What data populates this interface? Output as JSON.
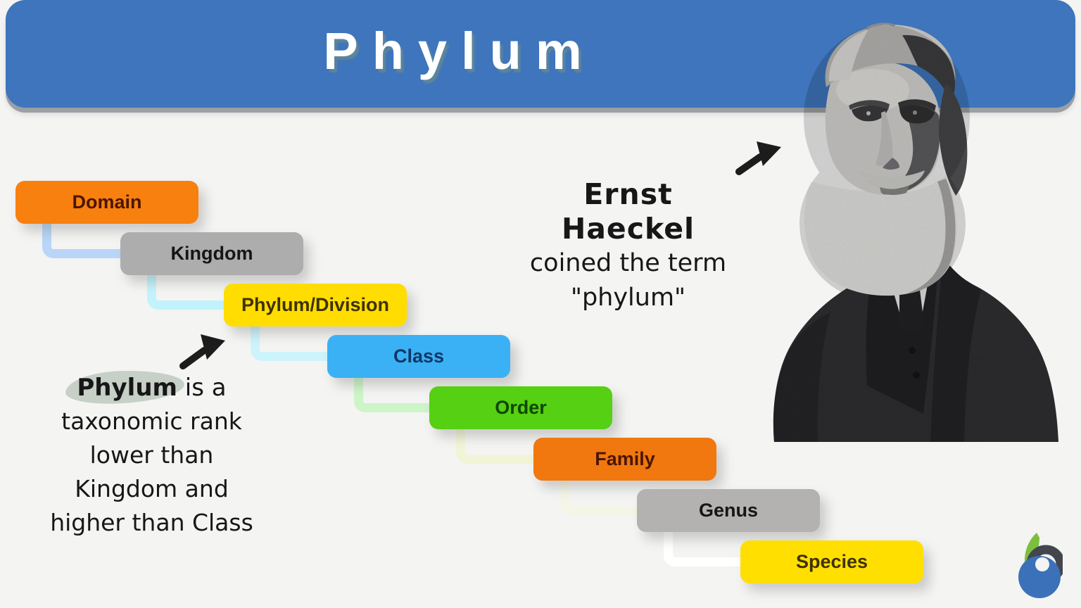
{
  "page": {
    "background": "#f4f4f3"
  },
  "header": {
    "title": "Phylum",
    "banner_color": "#3e75bc"
  },
  "taxonomy": {
    "levels": [
      {
        "label": "Domain",
        "color": "#f8800f",
        "text_color": "#4a1600",
        "connector_color": "#b9d6f8"
      },
      {
        "label": "Kingdom",
        "color": "#aeadad",
        "text_color": "#161616",
        "connector_color": "#c2f3fc"
      },
      {
        "label": "Phylum/Division",
        "color": "#ffdd00",
        "text_color": "#3e3200",
        "connector_color": "#cdf4fc"
      },
      {
        "label": "Class",
        "color": "#3bb1f5",
        "text_color": "#0f3766",
        "connector_color": "#cdf5c8"
      },
      {
        "label": "Order",
        "color": "#55d012",
        "text_color": "#0f4700",
        "connector_color": "#f1f4d6"
      },
      {
        "label": "Family",
        "color": "#f1770f",
        "text_color": "#4a1600",
        "connector_color": "#f5f5e7"
      },
      {
        "label": "Genus",
        "color": "#b3b2b1",
        "text_color": "#161616",
        "connector_color": "#ffffff"
      },
      {
        "label": "Species",
        "color": "#ffdf00",
        "text_color": "#3e3200",
        "connector_color": null
      }
    ]
  },
  "annotations": {
    "definition": {
      "highlight_word": "Phylum",
      "line1_rest": " is a",
      "line2": "taxonomic rank",
      "line3": "lower than",
      "line4": "Kingdom and",
      "line5": "higher than Class",
      "highlight_color": "#c2ccc2"
    },
    "coiner": {
      "name": "Ernst Haeckel",
      "line2": "coined the term",
      "line3": "\"phylum\""
    }
  },
  "portrait": {
    "subject": "Ernst Haeckel portrait"
  },
  "logo": {
    "name": "Biology Online logo",
    "leaf_color": "#7cbe3f",
    "swirl_dark": "#43464c",
    "swirl_blue": "#3b71b9"
  }
}
